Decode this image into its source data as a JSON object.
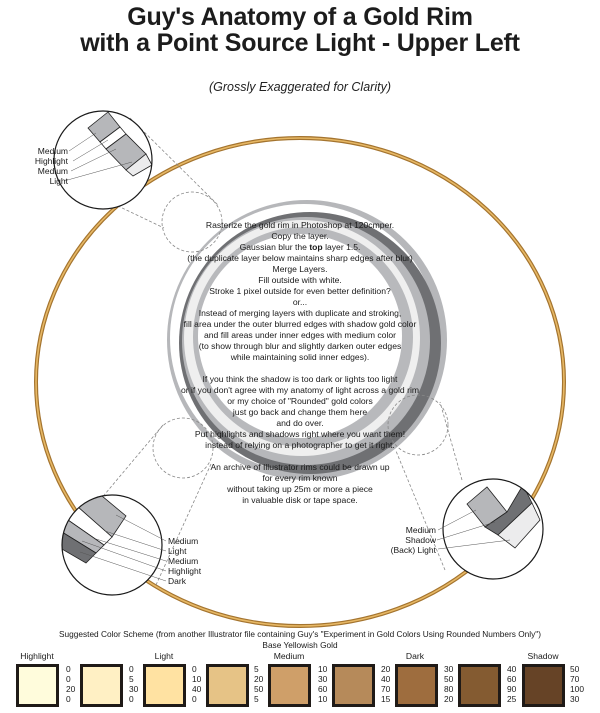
{
  "title": {
    "line1": "Guy's Anatomy of a Gold Rim",
    "line2": "with a Point Source Light - Upper Left"
  },
  "subtitle": "(Grossly Exaggerated for Clarity)",
  "instructions": {
    "line1": "Rasterize the gold rim in Photoshop at 120cmper.",
    "line2": "Copy the layer.",
    "line3_prefix": "Gaussian blur the ",
    "line3_bold": "top",
    "line3_suffix": " layer 1.5.",
    "line4": "(the duplicate layer below maintains sharp edges after blur)",
    "line5": "Merge Layers.",
    "line6": "Fill outside with white.",
    "line7": "Stroke 1 pixel outside for even better definition?",
    "line8": "or...",
    "line9": "Instead of merging layers with duplicate and stroking,",
    "line10": "fill area under the outer blurred edges with shadow gold color",
    "line11": "and fill areas under inner edges with medium color",
    "line12": "(to show through blur and slightly darken outer edges",
    "line13": "while maintaining solid inner edges).",
    "line14": "If you think the shadow is too dark or lights too light",
    "line15": "or if you don't agree with my anatomy of light across a gold rim",
    "line16": "or my choice of \"Rounded\" gold colors",
    "line17": "just go back and change them here",
    "line18": "and do over.",
    "line19": "Put highlights and shadows right where you want them!",
    "line20": "instead of relying on a photographer to get it right.",
    "line21": "An archive of Illustrator rims could be drawn up",
    "line22": "for every rim known",
    "line23": "without taking up 25m or more a piece",
    "line24": "in valuable disk or tape space."
  },
  "callouts": {
    "upper_left": [
      "Medium",
      "Highlight",
      "Medium",
      "Light"
    ],
    "lower_left": [
      "Medium",
      "Light",
      "Medium",
      "Highlight",
      "Dark"
    ],
    "lower_right": [
      "Medium",
      "Shadow",
      "(Back) Light"
    ]
  },
  "scheme": {
    "title": "Suggested Color Scheme (from another Illustrator file containing Guy's \"Experiment in Gold Colors Using Rounded Numbers Only\")",
    "subtitle": "Base Yellowish Gold",
    "group_labels": {
      "highlight": "Highlight",
      "light": "Light",
      "medium": "Medium",
      "dark": "Dark",
      "shadow": "Shadow"
    },
    "swatches": [
      {
        "color": "#fffcdc",
        "cmyk": [
          "0",
          "0",
          "20",
          "0"
        ]
      },
      {
        "color": "#fff0c4",
        "cmyk": [
          "0",
          "5",
          "30",
          "0"
        ]
      },
      {
        "color": "#ffe2a2",
        "cmyk": [
          "0",
          "10",
          "40",
          "0"
        ]
      },
      {
        "color": "#e6c386",
        "cmyk": [
          "5",
          "20",
          "50",
          "5"
        ]
      },
      {
        "color": "#cf9f69",
        "cmyk": [
          "10",
          "30",
          "60",
          "10"
        ]
      },
      {
        "color": "#b68a5a",
        "cmyk": [
          "20",
          "40",
          "70",
          "15"
        ]
      },
      {
        "color": "#9e6d3e",
        "cmyk": [
          "30",
          "50",
          "80",
          "20"
        ]
      },
      {
        "color": "#845b31",
        "cmyk": [
          "40",
          "60",
          "90",
          "25"
        ]
      },
      {
        "color": "#664326",
        "cmyk": [
          "50",
          "70",
          "100",
          "30"
        ]
      }
    ]
  },
  "colors": {
    "gold_ring": "#c99a4a",
    "rim_medium": "#b4b5b8",
    "rim_shadow": "#6f7073",
    "rim_light": "#ececed"
  }
}
